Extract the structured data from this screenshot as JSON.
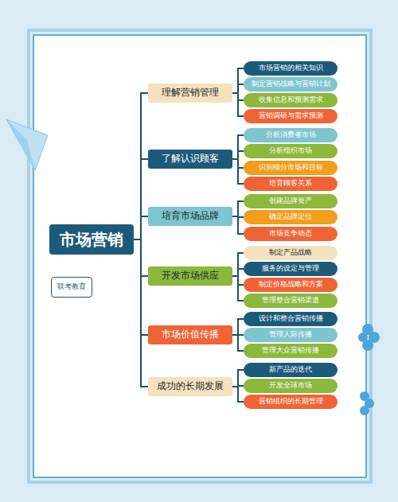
{
  "diagram": {
    "nodes": [
      {
        "text": [
          "市场营销"
        ]
      },
      {
        "text": [
          "联考教育"
        ]
      },
      {
        "text": [
          "理解营销管理"
        ]
      },
      {
        "text": [
          "市场营销的相关知识"
        ]
      },
      {
        "text": [
          "制定营销战略与营销计划"
        ]
      },
      {
        "text": [
          "收集信息和预测需求"
        ]
      },
      {
        "text": [
          "营销调研与需求预测"
        ]
      },
      {
        "text": [
          "了解认识顾客"
        ]
      },
      {
        "text": [
          "分析消费者市场"
        ]
      },
      {
        "text": [
          "分析组织市场"
        ]
      },
      {
        "text": [
          "识别细分市场和目标"
        ]
      },
      {
        "text": [
          "培育顾客关系"
        ]
      },
      {
        "text": [
          "培育市场品牌"
        ]
      },
      {
        "text": [
          "创建品牌资产"
        ]
      },
      {
        "text": [
          "确定品牌定位"
        ]
      },
      {
        "text": [
          "市场竞争动态"
        ]
      },
      {
        "text": [
          "开发市场供应"
        ]
      },
      {
        "text": [
          "制定产品战略"
        ]
      },
      {
        "text": [
          "服务的设定与管理"
        ]
      },
      {
        "text": [
          "制定价格战略和方案"
        ]
      },
      {
        "text": [
          "管理整合营销渠道"
        ]
      },
      {
        "text": [
          "市场价值传播"
        ]
      },
      {
        "text": [
          "设计和整合营销传播"
        ]
      },
      {
        "text": [
          "管理人际传播"
        ]
      },
      {
        "text": [
          "管理大众营销传播"
        ]
      },
      {
        "text": [
          "成功的长期发展"
        ]
      },
      {
        "text": [
          "新产品的迭代"
        ]
      },
      {
        "text": [
          "开发全球市场"
        ]
      },
      {
        "text": [
          "营销组织的长期管理"
        ]
      }
    ],
    "edges": [
      {
        "from": 0,
        "to": 2,
        "arrow": "none"
      },
      {
        "from": 0,
        "to": 7,
        "arrow": "none"
      },
      {
        "from": 0,
        "to": 12,
        "arrow": "none"
      },
      {
        "from": 0,
        "to": 16,
        "arrow": "none"
      },
      {
        "from": 0,
        "to": 21,
        "arrow": "none"
      },
      {
        "from": 0,
        "to": 25,
        "arrow": "none"
      },
      {
        "from": 2,
        "to": 3,
        "arrow": "none"
      },
      {
        "from": 2,
        "to": 4,
        "arrow": "none"
      },
      {
        "from": 2,
        "to": 5,
        "arrow": "none"
      },
      {
        "from": 2,
        "to": 6,
        "arrow": "none"
      },
      {
        "from": 7,
        "to": 8,
        "arrow": "none"
      },
      {
        "from": 7,
        "to": 9,
        "arrow": "none"
      },
      {
        "from": 7,
        "to": 10,
        "arrow": "none"
      },
      {
        "from": 7,
        "to": 11,
        "arrow": "none"
      },
      {
        "from": 12,
        "to": 13,
        "arrow": "none"
      },
      {
        "from": 12,
        "to": 14,
        "arrow": "none"
      },
      {
        "from": 12,
        "to": 15,
        "arrow": "none"
      },
      {
        "from": 16,
        "to": 17,
        "arrow": "none"
      },
      {
        "from": 16,
        "to": 18,
        "arrow": "none"
      },
      {
        "from": 16,
        "to": 19,
        "arrow": "none"
      },
      {
        "from": 16,
        "to": 20,
        "arrow": "none"
      },
      {
        "from": 21,
        "to": 22,
        "arrow": "none"
      },
      {
        "from": 21,
        "to": 23,
        "arrow": "none"
      },
      {
        "from": 21,
        "to": 24,
        "arrow": "none"
      },
      {
        "from": 25,
        "to": 26,
        "arrow": "none"
      },
      {
        "from": 25,
        "to": 27,
        "arrow": "none"
      },
      {
        "from": 25,
        "to": 28,
        "arrow": "none"
      }
    ]
  }
}
